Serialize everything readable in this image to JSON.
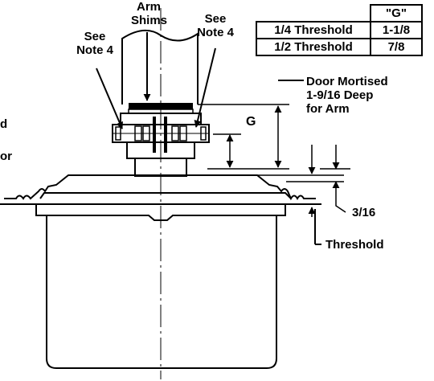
{
  "labels": {
    "arm_shims": [
      "Arm",
      "Shims"
    ],
    "see_note_left": [
      "See",
      "Note 4"
    ],
    "see_note_right": [
      "See",
      "Note 4"
    ],
    "door_mortised": [
      "Door Mortised",
      "1-9/16 Deep",
      "for Arm"
    ],
    "g_dim": "G",
    "dim_3_16": "3/16",
    "threshold": "Threshold",
    "edge_fragment_1": "d",
    "edge_fragment_2": "or"
  },
  "g_table": {
    "header": "\"G\"",
    "rows": [
      {
        "name": "1/4 Threshold",
        "value": "1-1/8"
      },
      {
        "name": "1/2 Threshold",
        "value": "7/8"
      }
    ]
  }
}
